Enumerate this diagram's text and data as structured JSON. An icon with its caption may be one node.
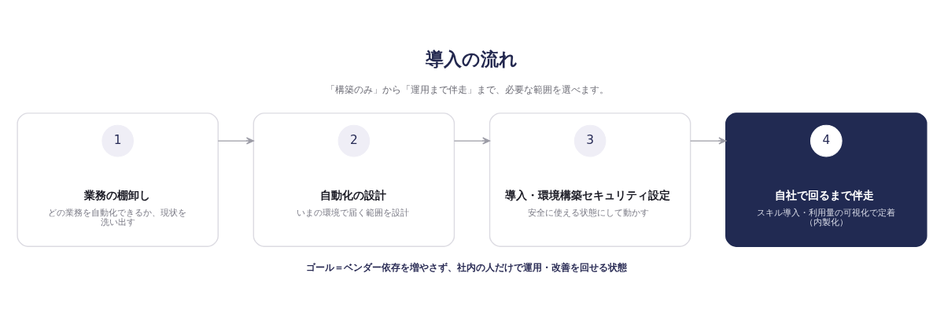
{
  "diagram": {
    "title": "導入の流れ",
    "nodes": [
      {
        "text": [
          "業務の棚卸し",
          "どの業務を自動化できるか、現状を洗い出す"
        ]
      },
      {
        "text": [
          "1"
        ],
        "in": 0
      },
      {
        "text": [
          "自動化の設計",
          "いまの環境で届く範囲を設計"
        ]
      },
      {
        "text": [
          "2"
        ],
        "in": 2
      },
      {
        "text": [
          "導入・環境構築セキュリティ設定",
          "安全に使える状態にして動かす"
        ]
      },
      {
        "text": [
          "3"
        ],
        "in": 4
      },
      {
        "text": [
          "自社で回るまで伴走",
          "スキル導入・利用量の可視化で定着（内製化）"
        ]
      },
      {
        "text": [
          "4"
        ],
        "in": 6
      }
    ],
    "edges": [
      {
        "from": 0,
        "to": 2,
        "arrow": "to"
      },
      {
        "from": 2,
        "to": 4,
        "arrow": "to"
      },
      {
        "from": 4,
        "to": 6,
        "arrow": "to"
      }
    ],
    "labels": [
      "「構築のみ」から「運用まで伴走」まで、必要な範囲を選べます。",
      "ゴール＝ベンダー依存を増やさず、社内の人だけで運用・改善を回せる状態"
    ]
  }
}
